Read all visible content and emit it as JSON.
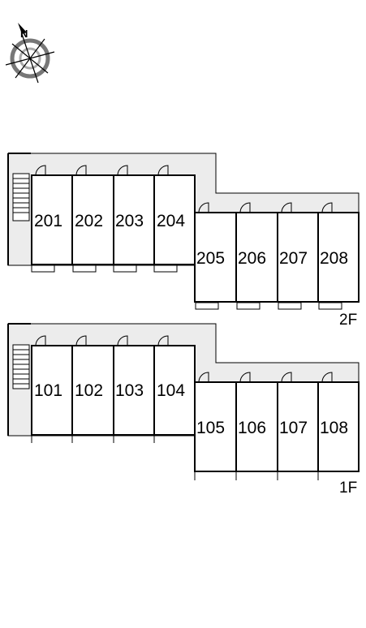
{
  "compass": {
    "label": "N",
    "icon": "north-arrow-compass-icon"
  },
  "floors": [
    {
      "id": "2F",
      "label": "2F",
      "units": [
        "201",
        "202",
        "203",
        "204",
        "205",
        "206",
        "207",
        "208"
      ]
    },
    {
      "id": "1F",
      "label": "1F",
      "units": [
        "101",
        "102",
        "103",
        "104",
        "105",
        "106",
        "107",
        "108"
      ]
    }
  ],
  "colors": {
    "corridor": "#ececec",
    "wall": "#000000",
    "compass_ring": "#777777"
  }
}
